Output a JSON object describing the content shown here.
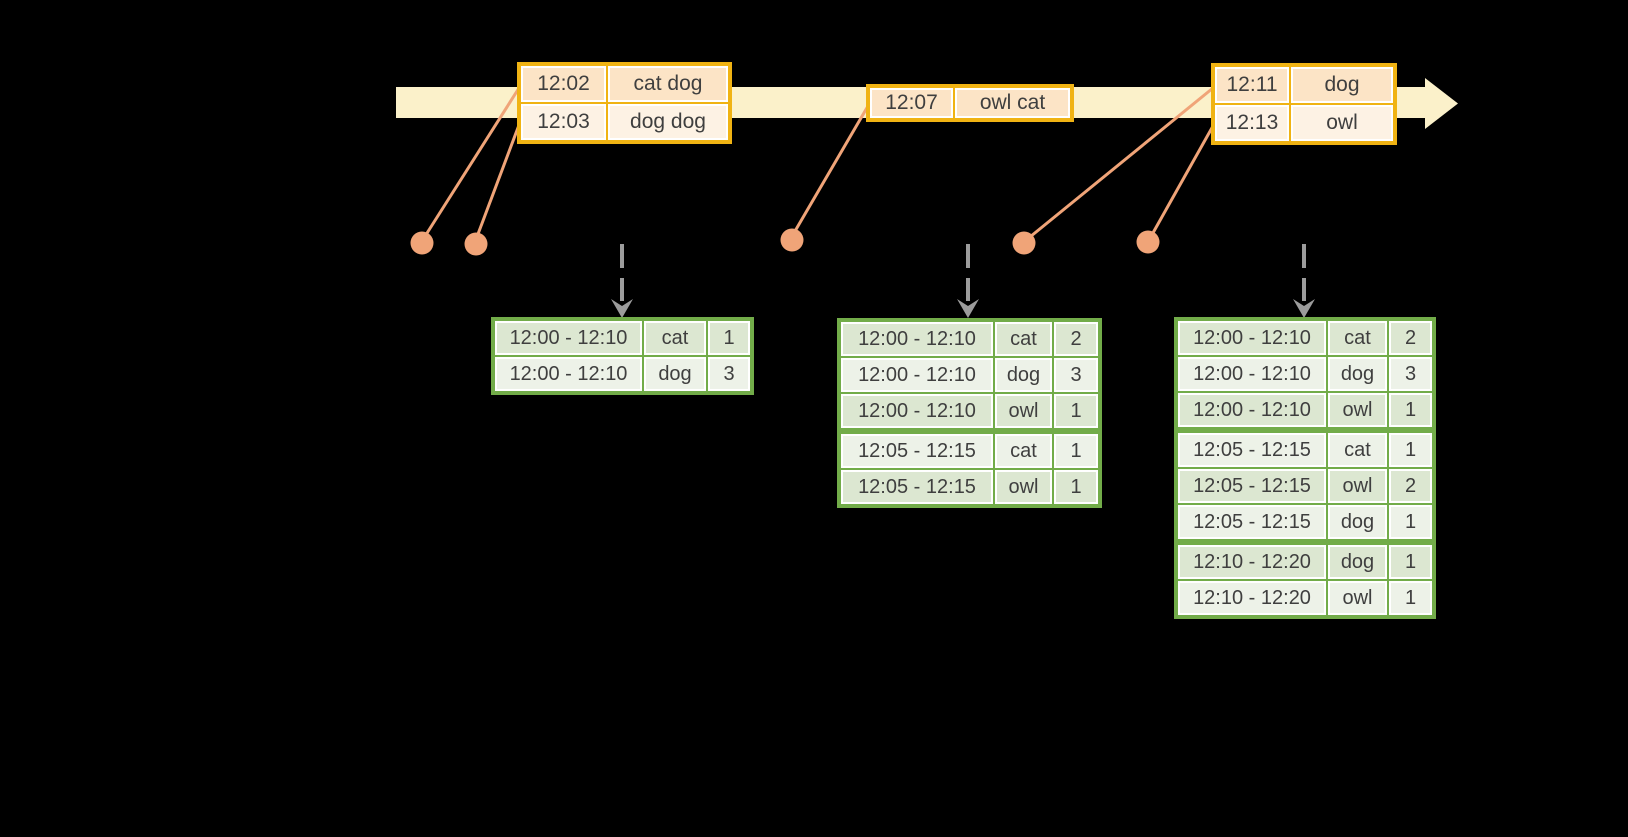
{
  "colors": {
    "background": "#000000",
    "band": "#FBF1CA",
    "event_border": "#F0B313",
    "event_fill_dark": "#FCE4C6",
    "event_fill_light": "#FDF2E4",
    "connector": "#F0A478",
    "arrow_gray": "#9C9C9C",
    "result_border": "#72AC49",
    "result_fill_dark": "#DCE7D1",
    "result_fill_light": "#EDF2E8",
    "text": "#3F3F3F"
  },
  "icons": [
    "timeline-arrowhead-icon",
    "trigger-down-arrow-icon",
    "event-dot-icon"
  ],
  "event_boxes": [
    {
      "rows": [
        {
          "time": "12:02",
          "words": "cat dog"
        },
        {
          "time": "12:03",
          "words": "dog dog"
        }
      ]
    },
    {
      "rows": [
        {
          "time": "12:07",
          "words": "owl cat"
        }
      ]
    },
    {
      "rows": [
        {
          "time": "12:11",
          "words": "dog"
        },
        {
          "time": "12:13",
          "words": "owl"
        }
      ]
    }
  ],
  "result_tables": [
    {
      "rows": [
        {
          "window": "12:00 - 12:10",
          "word": "cat",
          "count": "1"
        },
        {
          "window": "12:00 - 12:10",
          "word": "dog",
          "count": "3"
        }
      ]
    },
    {
      "rows": [
        {
          "window": "12:00 - 12:10",
          "word": "cat",
          "count": "2"
        },
        {
          "window": "12:00 - 12:10",
          "word": "dog",
          "count": "3"
        },
        {
          "window": "12:00 - 12:10",
          "word": "owl",
          "count": "1"
        },
        {
          "window": "12:05 - 12:15",
          "word": "cat",
          "count": "1"
        },
        {
          "window": "12:05 - 12:15",
          "word": "owl",
          "count": "1"
        }
      ]
    },
    {
      "rows": [
        {
          "window": "12:00 - 12:10",
          "word": "cat",
          "count": "2"
        },
        {
          "window": "12:00 - 12:10",
          "word": "dog",
          "count": "3"
        },
        {
          "window": "12:00 - 12:10",
          "word": "owl",
          "count": "1"
        },
        {
          "window": "12:05 - 12:15",
          "word": "cat",
          "count": "1"
        },
        {
          "window": "12:05 - 12:15",
          "word": "owl",
          "count": "2"
        },
        {
          "window": "12:05 - 12:15",
          "word": "dog",
          "count": "1"
        },
        {
          "window": "12:10 - 12:20",
          "word": "dog",
          "count": "1"
        },
        {
          "window": "12:10 - 12:20",
          "word": "owl",
          "count": "1"
        }
      ]
    }
  ]
}
